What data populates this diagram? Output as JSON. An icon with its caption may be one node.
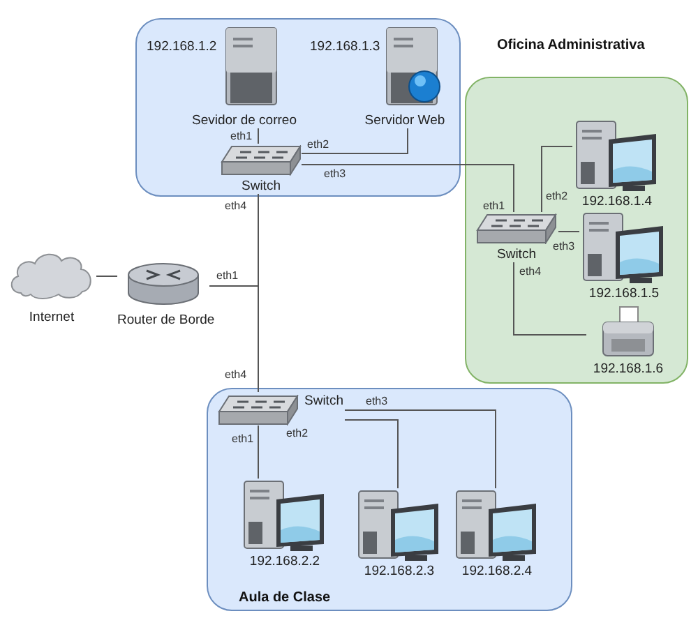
{
  "diagram": {
    "nodes": [
      {
        "text": [],
        "shape": "box"
      },
      {
        "text": [
          "Sevidor de correo"
        ],
        "beside": [
          "192.168.1.2"
        ],
        "in": 0
      },
      {
        "text": [
          "Servidor Web"
        ],
        "beside": [
          "192.168.1.3"
        ],
        "in": 0
      },
      {
        "text": [
          "Switch"
        ],
        "in": 0
      },
      {
        "text": [
          "Oficina Administrativa"
        ]
      },
      {
        "text": [
          "Switch"
        ],
        "in": 4
      },
      {
        "text": [
          "192.168.1.4"
        ],
        "in": 4
      },
      {
        "text": [
          "192.168.1.5"
        ],
        "in": 4
      },
      {
        "text": [
          "192.168.1.6"
        ],
        "in": 4
      },
      {
        "text": [
          "Internet"
        ]
      },
      {
        "text": [
          "Router de Borde"
        ]
      },
      {
        "text": [
          "Aula de Clase"
        ]
      },
      {
        "text": [
          "Switch"
        ],
        "in": 11
      },
      {
        "text": [
          "192.168.2.2"
        ],
        "in": 11
      },
      {
        "text": [
          "192.168.2.3"
        ],
        "in": 11
      },
      {
        "text": [
          "192.168.2.4"
        ],
        "in": 11
      }
    ],
    "edges": [
      {
        "from": 1,
        "to": 3,
        "arrow": "none",
        "label": "eth1"
      },
      {
        "from": 2,
        "to": 3,
        "arrow": "none",
        "label": "eth2"
      },
      {
        "from": 3,
        "to": 5,
        "arrow": "none",
        "label": "eth3"
      },
      {
        "from": 5,
        "to": 6,
        "arrow": "none",
        "label": "eth2"
      },
      {
        "from": 5,
        "to": 7,
        "arrow": "none",
        "label": "eth3"
      },
      {
        "from": 5,
        "to": 8,
        "arrow": "none",
        "label": "eth4"
      },
      {
        "from": 9,
        "to": 10,
        "arrow": "none"
      },
      {
        "from": 10,
        "to": 3,
        "arrow": "none",
        "label": "eth1"
      },
      {
        "from": 3,
        "to": 12,
        "arrow": "none",
        "label": "eth4"
      },
      {
        "from": 12,
        "to": 13,
        "arrow": "none",
        "label": "eth1"
      },
      {
        "from": 12,
        "to": 14,
        "arrow": "none",
        "label": "eth2"
      },
      {
        "from": 12,
        "to": 15,
        "arrow": "none",
        "label": "eth3"
      }
    ],
    "labels": [
      "eth4",
      "eth1"
    ]
  }
}
